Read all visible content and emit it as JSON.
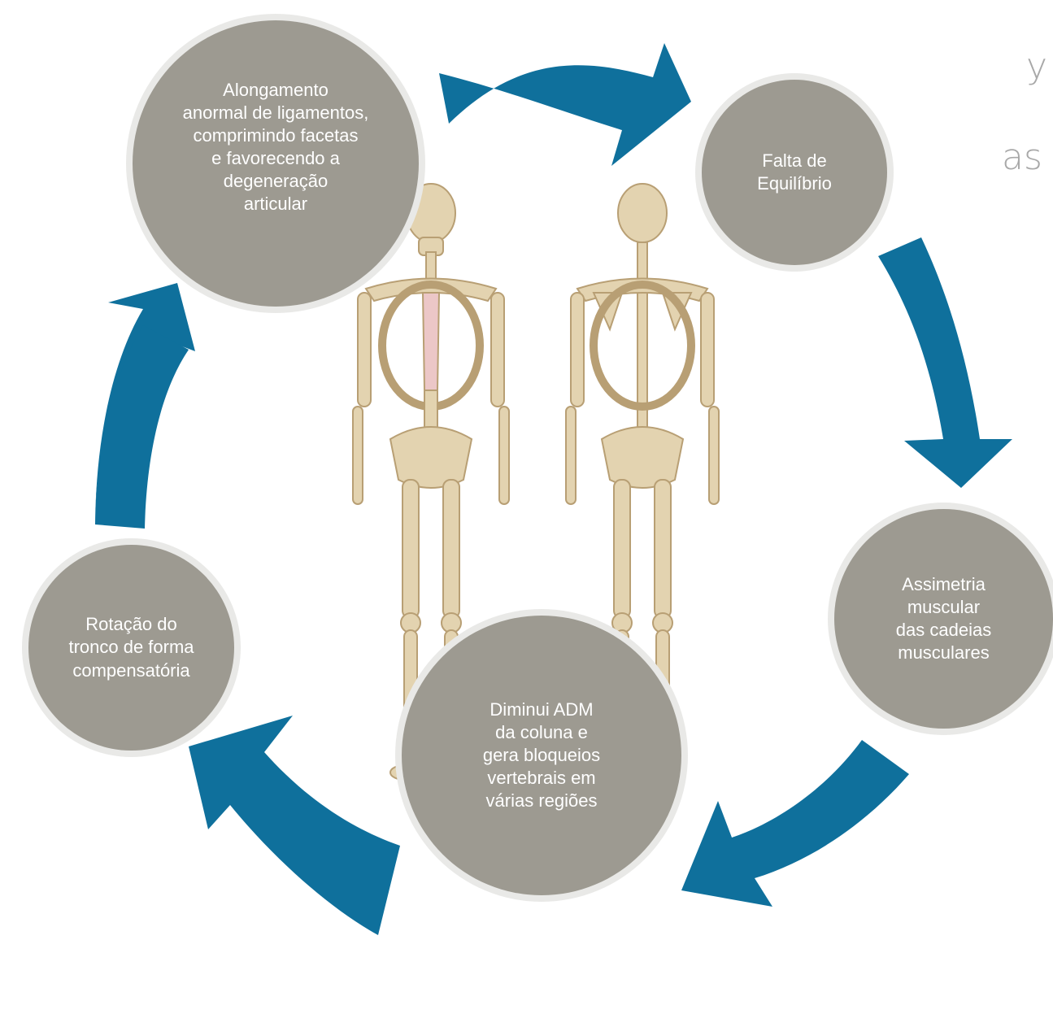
{
  "partial_text": [
    "y",
    "as"
  ],
  "colors": {
    "arrow": "#0f709c",
    "node": "#9d9a91",
    "node_ring": "#e9e9e7",
    "bone": "#e3d3b0"
  },
  "cycle": {
    "top": "Alongamento\nanormal de ligamentos,\ncomprimindo facetas\ne favorecendo a\ndegeneração\narticular",
    "right": "Falta de\nEquilíbrio",
    "bottom_right": "Assimetria\nmuscular\ndas cadeias\nmusculares",
    "bottom": "Diminui ADM\nda coluna e\ngera bloqueios\nvertebrais em\nvárias regiões",
    "left": "Rotação do\ntronco de forma\ncompensatória"
  },
  "illustration": [
    "skeleton-front",
    "skeleton-back"
  ]
}
